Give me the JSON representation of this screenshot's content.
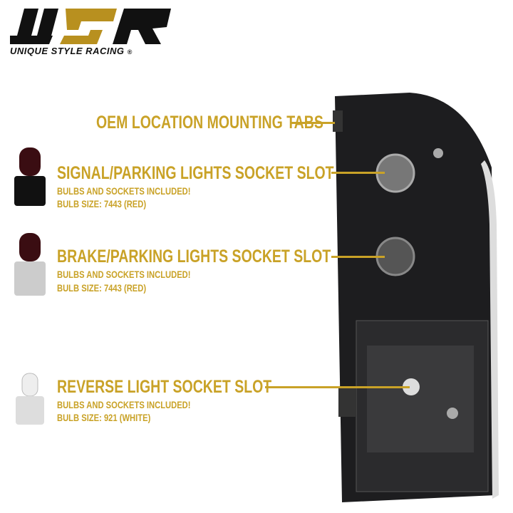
{
  "brand": {
    "logo_letters": "USR",
    "tagline": "UNIQUE STYLE RACING",
    "registered": "®"
  },
  "colors": {
    "gold": "#c9a227",
    "dark": "#1a1a1a"
  },
  "callouts": [
    {
      "title": "OEM LOCATION MOUNTING TABS"
    },
    {
      "title": "SIGNAL/PARKING LIGHTS SOCKET SLOT",
      "line1": "BULBS AND SOCKETS INCLUDED!",
      "line2": "BULB SIZE: 7443 (RED)"
    },
    {
      "title": "BRAKE/PARKING LIGHTS SOCKET SLOT",
      "line1": "BULBS AND SOCKETS INCLUDED!",
      "line2": "BULB SIZE: 7443 (RED)"
    },
    {
      "title": "REVERSE LIGHT SOCKET SLOT",
      "line1": "BULBS AND SOCKETS INCLUDED!",
      "line2": "BULB SIZE: 921 (WHITE)"
    }
  ]
}
